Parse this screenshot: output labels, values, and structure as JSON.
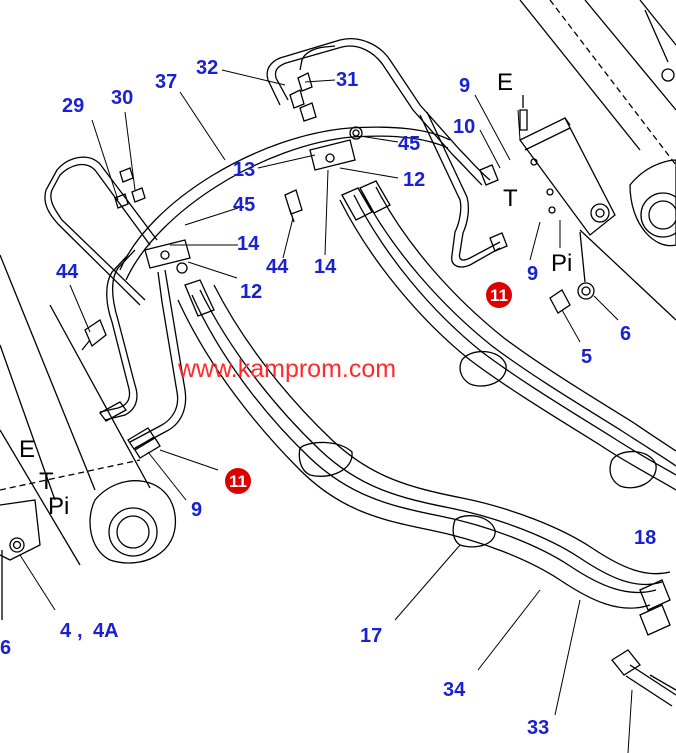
{
  "colors": {
    "callout": "#1a22d0",
    "line": "#000000",
    "watermark": "#ff2a2a",
    "badge": "#dd0000",
    "badge_text": "#ffffff",
    "port_label": "#000000"
  },
  "watermark": "www.kamprom.com",
  "callouts": {
    "c29": "29",
    "c30": "30",
    "c37": "37",
    "c32": "32",
    "c31": "31",
    "c9a": "9",
    "cE1": "E",
    "c10": "10",
    "c45a": "45",
    "c13": "13",
    "c12a": "12",
    "cT1": "T",
    "c45b": "45",
    "c14a": "14",
    "c44a": "44",
    "c14b": "14",
    "c9b": "9",
    "cPi1": "Pi",
    "c12b": "12",
    "c44b": "44",
    "c6a": "6",
    "c5": "5",
    "cE2": "E",
    "cT2": "T",
    "cPi2": "Pi",
    "c9c": "9",
    "c18": "18",
    "c4": "4",
    "cComma": ",",
    "c4A": "4A",
    "c6b": "6",
    "c17": "17",
    "c34": "34",
    "c33": "33"
  },
  "badges": {
    "b1": "11",
    "b2": "11"
  }
}
